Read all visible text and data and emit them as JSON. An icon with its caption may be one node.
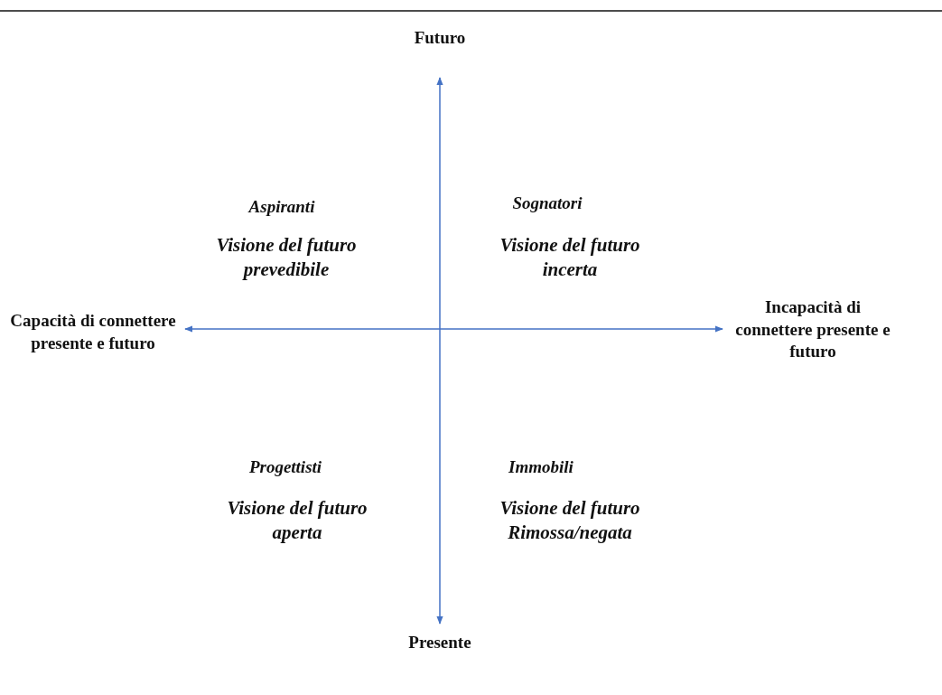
{
  "diagram": {
    "labels": [
      "Futuro",
      "Aspiranti",
      "Sognatori",
      "Visione del futuro prevedibile",
      "Visione del futuro incerta",
      "Capacità di connettere presente e futuro",
      "Incapacità di connettere presente e futuro",
      "Progettisti",
      "Immobili",
      "Visione del futuro aperta",
      "Visione del futuro Rimossa/negata",
      "Presente"
    ]
  }
}
